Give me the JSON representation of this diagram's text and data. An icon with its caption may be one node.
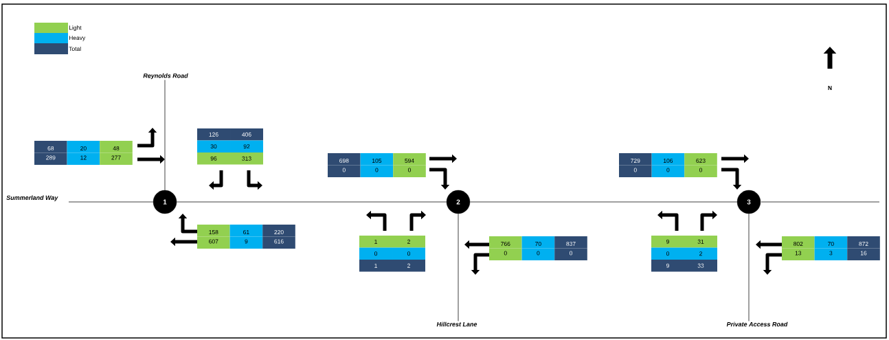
{
  "diagram": {
    "nodes": [
      {
        "text": [
          "1"
        ]
      },
      {
        "text": [
          "2"
        ]
      },
      {
        "text": [
          "3"
        ]
      },
      {
        "text": [
          "Reynolds Road"
        ]
      },
      {
        "text": [
          "Summerland Way"
        ]
      },
      {
        "text": [
          "Hillcrest Lane"
        ]
      },
      {
        "text": [
          "Private Access Road"
        ]
      }
    ],
    "edges": [
      {
        "from": 0,
        "to": 1,
        "arrow": "none"
      },
      {
        "from": 1,
        "to": 2,
        "arrow": "none"
      },
      {
        "from": 3,
        "to": 0,
        "arrow": "none"
      },
      {
        "from": 4,
        "to": 0,
        "arrow": "none"
      },
      {
        "from": 1,
        "to": 5,
        "arrow": "none"
      },
      {
        "from": 2,
        "to": 6,
        "arrow": "none"
      }
    ],
    "labels": [
      "N",
      "68",
      "20",
      "48",
      "289",
      "12",
      "277",
      "126",
      "406",
      "30",
      "92",
      "96",
      "313",
      "698",
      "105",
      "594",
      "0",
      "0",
      "0",
      "729",
      "106",
      "623",
      "0",
      "0",
      "0",
      "158",
      "61",
      "220",
      "607",
      "9",
      "616",
      "1",
      "2",
      "0",
      "0",
      "1",
      "2",
      "766",
      "70",
      "837",
      "0",
      "0",
      "0",
      "9",
      "31",
      "0",
      "2",
      "9",
      "33",
      "802",
      "70",
      "872",
      "13",
      "3",
      "16"
    ],
    "legend": [
      {
        "text": "Light",
        "color": "#92d050"
      },
      {
        "text": "Heavy",
        "color": "#00b0f0"
      },
      {
        "text": "Total",
        "color": "#2f4b72"
      }
    ]
  }
}
